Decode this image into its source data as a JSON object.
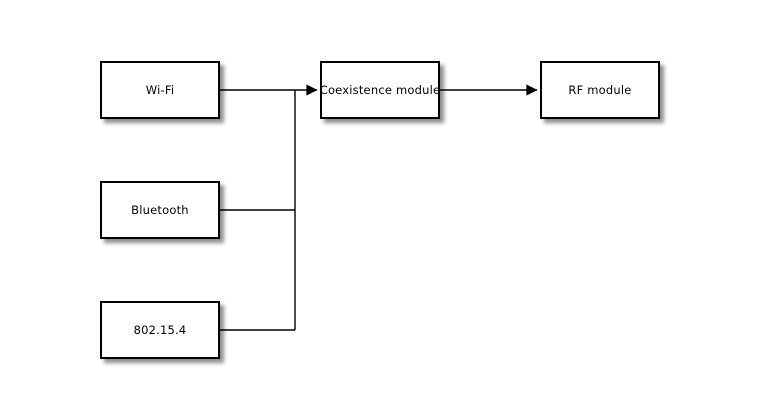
{
  "diagram": {
    "type": "block-diagram",
    "background_color": "#ffffff",
    "node_fill_color": "#ffffff",
    "node_border_color": "#000000",
    "node_shadow_color": "rgba(0,0,0,0.45)",
    "text_color": "#000000",
    "connector_color": "#000000",
    "nodes": [
      {
        "id": "wifi",
        "label": "Wi-Fi"
      },
      {
        "id": "bluetooth",
        "label": "Bluetooth"
      },
      {
        "id": "802154",
        "label": "802.15.4"
      },
      {
        "id": "coexistence",
        "label": "Coexistence module"
      },
      {
        "id": "rf",
        "label": "RF module"
      }
    ],
    "edges": [
      {
        "from": "Wi-Fi",
        "to": "Coexistence module",
        "arrow": true
      },
      {
        "from": "Bluetooth",
        "to": "Coexistence module",
        "arrow": true,
        "joins_bus": true
      },
      {
        "from": "802.15.4",
        "to": "Coexistence module",
        "arrow": true,
        "joins_bus": true
      },
      {
        "from": "Coexistence module",
        "to": "RF module",
        "arrow": true
      }
    ]
  }
}
